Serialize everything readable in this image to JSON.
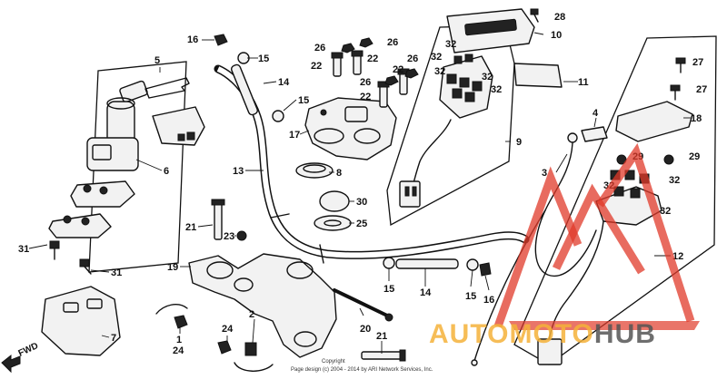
{
  "callouts": {
    "c1": "1",
    "c2": "2",
    "c3": "3",
    "c4": "4",
    "c5": "5",
    "c6": "6",
    "c7": "7",
    "c8": "8",
    "c9": "9",
    "c10": "10",
    "c11": "11",
    "c12": "12",
    "c13": "13",
    "c14a": "14",
    "c14b": "14",
    "c15a": "15",
    "c15b": "15",
    "c15c": "15",
    "c15d": "15",
    "c16a": "16",
    "c16b": "16",
    "c17": "17",
    "c18": "18",
    "c19": "19",
    "c20": "20",
    "c21a": "21",
    "c21b": "21",
    "c22a": "22",
    "c22b": "22",
    "c22c": "22",
    "c22d": "22",
    "c23": "23",
    "c24a": "24",
    "c24b": "24",
    "c25": "25",
    "c26a": "26",
    "c26b": "26",
    "c26c": "26",
    "c26d": "26",
    "c27a": "27",
    "c27b": "27",
    "c28": "28",
    "c29a": "29",
    "c29b": "29",
    "c30": "30",
    "c31a": "31",
    "c31b": "31",
    "c32a": "32",
    "c32b": "32",
    "c32c": "32",
    "c32d": "32",
    "c32e": "32",
    "c32f": "32",
    "c32g": "32",
    "c32h": "32"
  },
  "fwd_label": "FWD",
  "copyright_line1": "Copyright",
  "copyright_line2": "Page design (c) 2004 - 2014 by ARI Network Services, Inc.",
  "watermark": {
    "part1": "AUTOMOTO",
    "part2": "HUB",
    "accent_color": "#f5b23a",
    "logo_color": "#e03a2a"
  }
}
